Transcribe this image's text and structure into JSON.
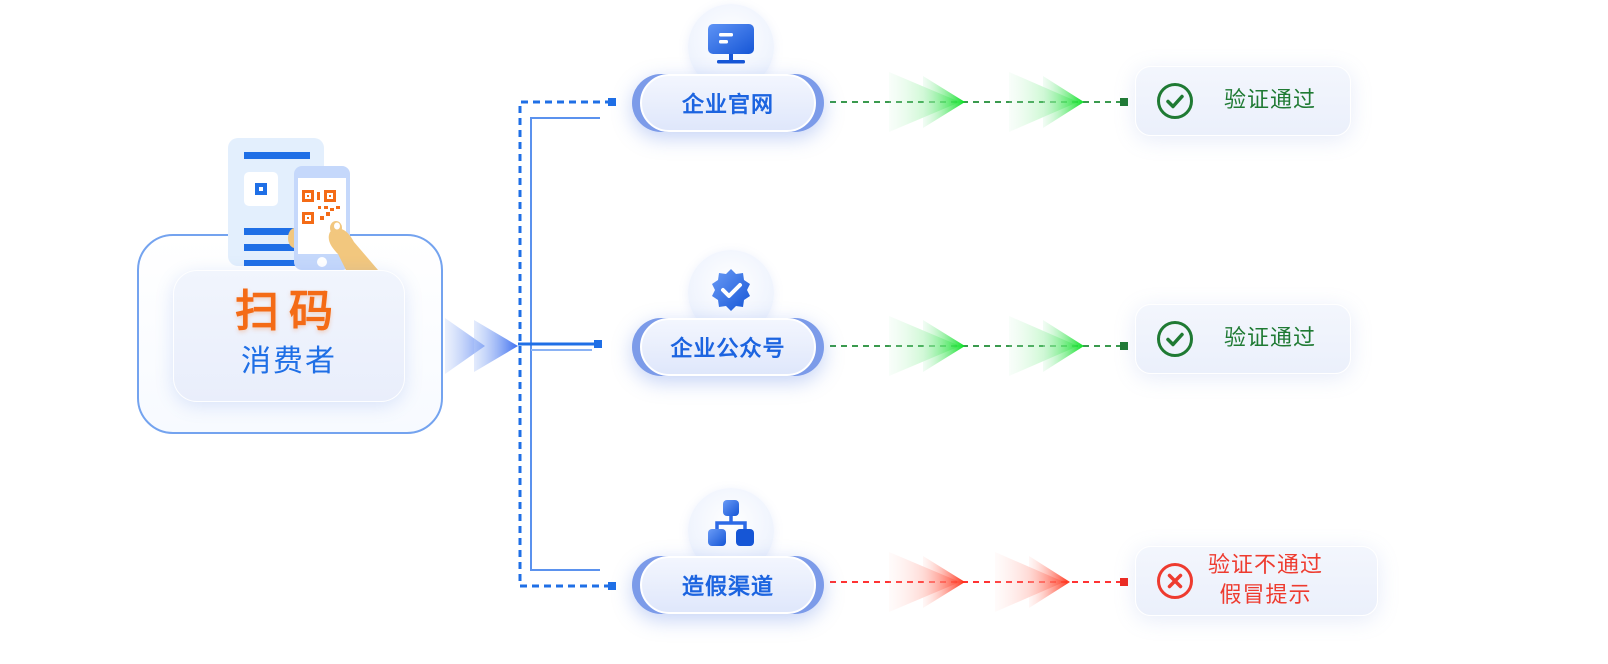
{
  "source": {
    "title": "扫码",
    "label": "消费者",
    "icon": "scan-qr-phone-icon"
  },
  "colors": {
    "primary_blue": "#1c64e0",
    "scan_orange": "#f46b16",
    "pass_green": "#1f7a33",
    "fail_red": "#ee3b2f",
    "arrow_green": "#0be02a",
    "arrow_red": "#ff2a1a"
  },
  "channels": [
    {
      "label": "企业官网",
      "icon": "monitor-icon",
      "result": {
        "status": "pass",
        "icon": "check-circle-icon",
        "lines": [
          "验证通过"
        ]
      }
    },
    {
      "label": "企业公众号",
      "icon": "verified-badge-icon",
      "result": {
        "status": "pass",
        "icon": "check-circle-icon",
        "lines": [
          "验证通过"
        ]
      }
    },
    {
      "label": "造假渠道",
      "icon": "org-chart-icon",
      "result": {
        "status": "fail",
        "icon": "x-circle-icon",
        "lines": [
          "验证不通过",
          "假冒提示"
        ]
      }
    }
  ]
}
